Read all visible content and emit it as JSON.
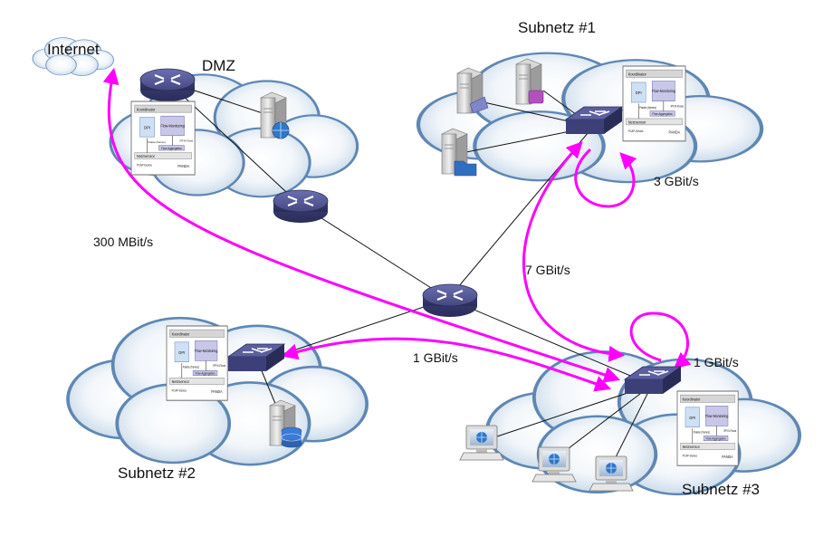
{
  "clouds": {
    "internet": "Internet",
    "dmz": "DMZ",
    "subnet1": "Subnetz #1",
    "subnet2": "Subnetz #2",
    "subnet3": "Subnetz #3"
  },
  "rates": {
    "internet_to_subnet3": "300 MBit/s",
    "subnet1_loop": "3 GBit/s",
    "subnet1_to_subnet3": "7 GBit/s",
    "subnet2_to_subnet3": "1 GBit/s",
    "subnet3_loop": "1 GBit/s"
  },
  "panda": {
    "coordinator": "Koordinator",
    "dpi": "DPI",
    "flow_monitoring": "Flow-Monitoring",
    "packets": "Pakete (frames)",
    "ipfix": "IPFIX-Flows",
    "flow_aggregation": "Flow-Aggregation",
    "net_sensor": "Netzsensor",
    "pcap": "PCAP-Device",
    "brand": "PANDA"
  },
  "colors": {
    "cloud_fill": "#c6d9ea",
    "cloud_stroke": "#5f87b3",
    "traffic": "#ff00ff",
    "router": "#4a4d86",
    "link": "#111111"
  },
  "icons": [
    "cloud",
    "router-icon",
    "switch-icon",
    "server-icon",
    "web-server-icon",
    "file-server-icon",
    "database-server-icon",
    "workstation-icon",
    "panda-sensor-panel"
  ]
}
